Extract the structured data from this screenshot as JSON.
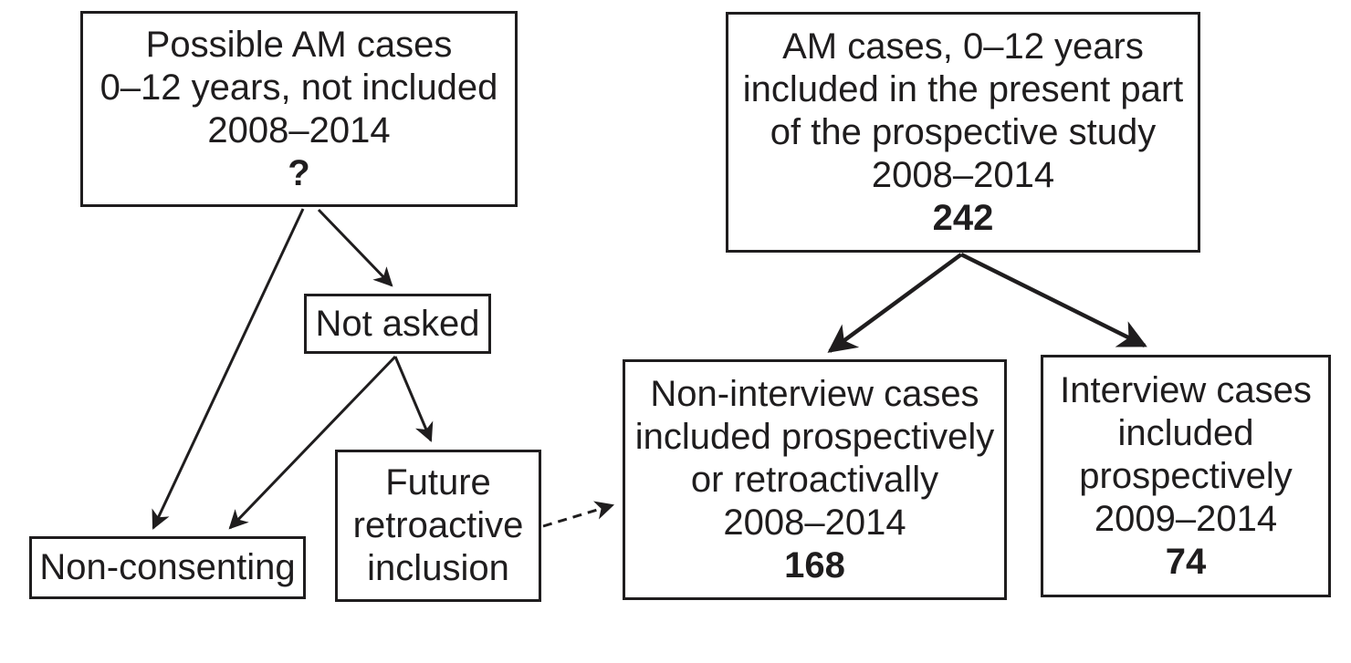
{
  "diagram": {
    "type": "flowchart",
    "colors": {
      "background": "#ffffff",
      "box_border": "#1f1d1e",
      "text": "#1f1d1e",
      "arrow": "#1f1d1e"
    },
    "nodes": {
      "possible_am": {
        "lines": [
          "Possible AM cases",
          "0–12 years, not included",
          "2008–2014"
        ],
        "value": "?"
      },
      "am_cases": {
        "lines": [
          "AM cases, 0–12 years",
          "included in the present part",
          "of the prospective study",
          "2008–2014"
        ],
        "value": "242"
      },
      "not_asked": {
        "lines": [
          "Not asked"
        ]
      },
      "non_consenting": {
        "lines": [
          "Non-consenting"
        ]
      },
      "future_retroactive": {
        "lines": [
          "Future",
          "retroactive",
          "inclusion"
        ]
      },
      "non_interview": {
        "lines": [
          "Non-interview cases",
          "included prospectively",
          "or retroactivally",
          "2008–2014"
        ],
        "value": "168"
      },
      "interview": {
        "lines": [
          "Interview cases",
          "included",
          "prospectively",
          "2009–2014"
        ],
        "value": "74"
      }
    },
    "edges": [
      {
        "from": "possible_am",
        "to": "non_consenting",
        "style": "solid"
      },
      {
        "from": "possible_am",
        "to": "not_asked",
        "style": "solid"
      },
      {
        "from": "not_asked",
        "to": "non_consenting",
        "style": "solid"
      },
      {
        "from": "not_asked",
        "to": "future_retroactive",
        "style": "solid"
      },
      {
        "from": "future_retroactive",
        "to": "non_interview",
        "style": "dashed"
      },
      {
        "from": "am_cases",
        "to": "non_interview",
        "style": "solid"
      },
      {
        "from": "am_cases",
        "to": "interview",
        "style": "solid"
      }
    ]
  }
}
